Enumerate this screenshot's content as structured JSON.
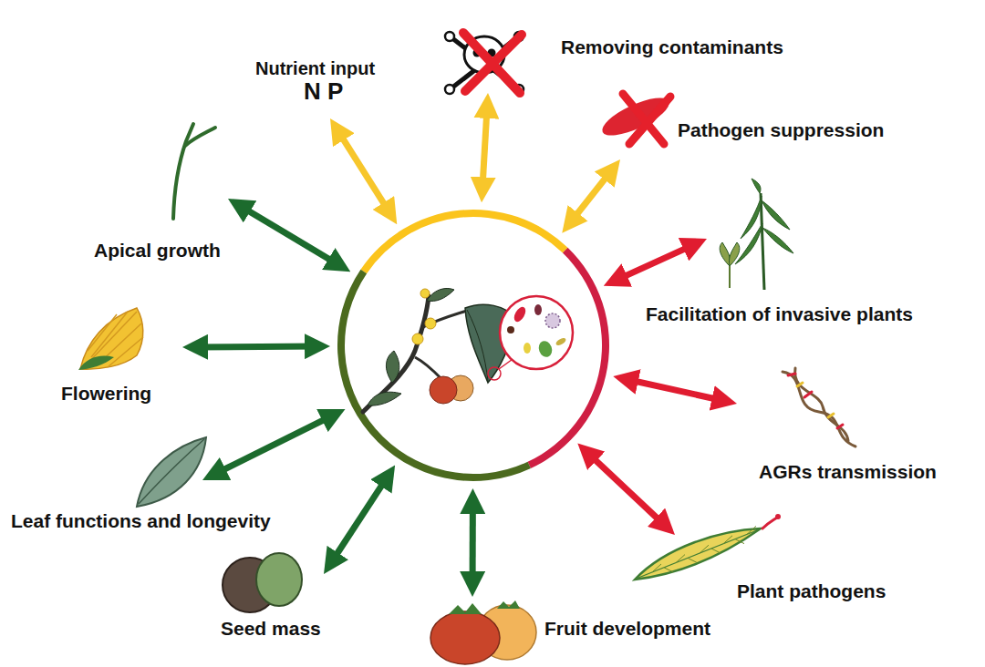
{
  "diagram": {
    "nodes": [
      {
        "text": []
      },
      {
        "text": [
          "Nutrient input",
          "N P"
        ]
      },
      {
        "text": [
          "Removing contaminants"
        ]
      },
      {
        "text": [
          "Pathogen suppression"
        ]
      },
      {
        "text": [
          "Apical growth"
        ]
      },
      {
        "text": [
          "Facilitation of invasive plants"
        ]
      },
      {
        "text": [
          "Flowering"
        ]
      },
      {
        "text": [
          "AGRs transmission"
        ]
      },
      {
        "text": [
          "Leaf functions and longevity"
        ]
      },
      {
        "text": [
          "Plant pathogens"
        ]
      },
      {
        "text": [
          "Seed mass"
        ]
      },
      {
        "text": [
          "Fruit development"
        ]
      }
    ],
    "edges": [
      {
        "from": 0,
        "to": 1,
        "arrow": "both"
      },
      {
        "from": 0,
        "to": 2,
        "arrow": "both"
      },
      {
        "from": 0,
        "to": 3,
        "arrow": "both"
      },
      {
        "from": 0,
        "to": 4,
        "arrow": "both"
      },
      {
        "from": 0,
        "to": 5,
        "arrow": "both"
      },
      {
        "from": 0,
        "to": 6,
        "arrow": "both"
      },
      {
        "from": 0,
        "to": 7,
        "arrow": "both"
      },
      {
        "from": 0,
        "to": 8,
        "arrow": "both"
      },
      {
        "from": 0,
        "to": 9,
        "arrow": "both"
      },
      {
        "from": 0,
        "to": 10,
        "arrow": "both"
      },
      {
        "from": 0,
        "to": 11,
        "arrow": "both"
      }
    ]
  }
}
